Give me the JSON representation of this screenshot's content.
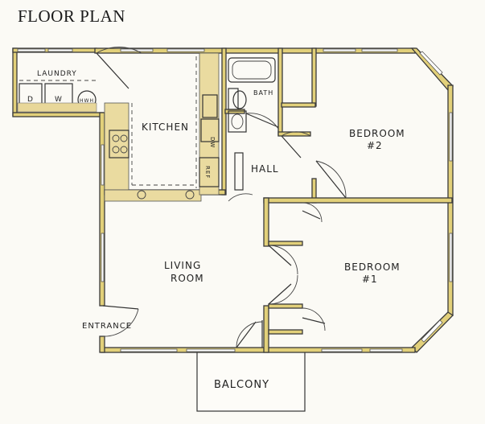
{
  "title": "FLOOR PLAN",
  "rooms": {
    "laundry": "LAUNDRY",
    "kitchen": "KITCHEN",
    "bath": "BATH",
    "hall": "HALL",
    "bedroom2_line1": "BEDROOM",
    "bedroom2_line2": "#2",
    "bedroom1_line1": "BEDROOM",
    "bedroom1_line2": "#1",
    "living_line1": "LIVING",
    "living_line2": "ROOM",
    "entrance": "ENTRANCE",
    "balcony": "BALCONY"
  },
  "fixtures": {
    "dryer": "D",
    "washer": "W",
    "water_heater": "HWH",
    "dishwasher": "DW",
    "refrigerator": "REF"
  },
  "colors": {
    "wall": "#e2d07a",
    "wall_outline": "#3a3a3a",
    "background": "#fbfaf5"
  }
}
